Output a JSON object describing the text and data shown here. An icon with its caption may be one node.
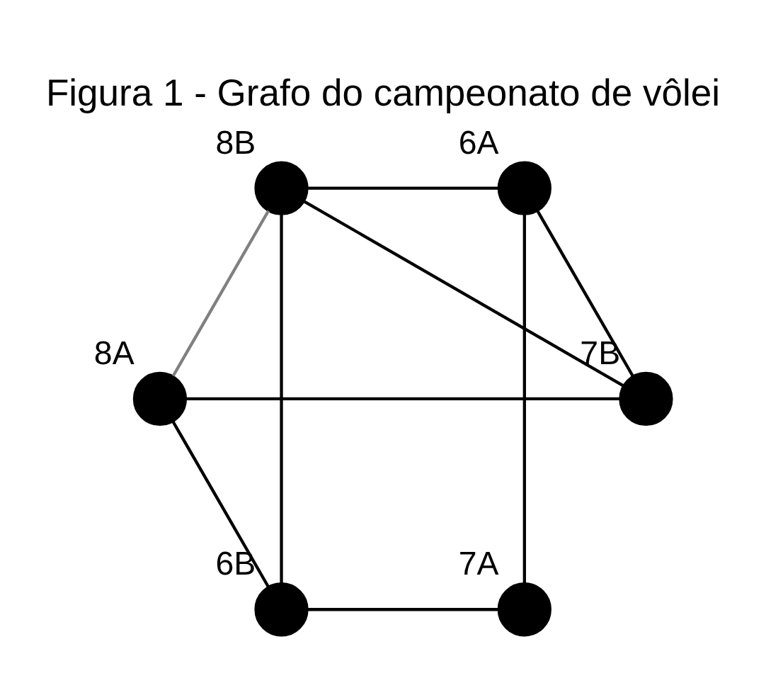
{
  "diagram": {
    "title": "Figura 1 - Grafo do campeonato de vôlei",
    "nodes": [
      {
        "text": [],
        "shape": "circle",
        "beside": [
          "6A"
        ]
      },
      {
        "text": [],
        "shape": "circle",
        "beside": [
          "8B"
        ]
      },
      {
        "text": [],
        "shape": "circle",
        "beside": [
          "6B"
        ]
      },
      {
        "text": [],
        "shape": "circle",
        "beside": [
          "8A"
        ]
      },
      {
        "text": [],
        "shape": "circle",
        "beside": [
          "7A"
        ]
      },
      {
        "text": [],
        "shape": "circle",
        "beside": [
          "7B"
        ]
      }
    ],
    "edges": [
      {
        "from": 0,
        "to": 1,
        "arrow": "none"
      },
      {
        "from": 0,
        "to": 5,
        "arrow": "none"
      },
      {
        "from": 0,
        "to": 4,
        "arrow": "none"
      },
      {
        "from": 1,
        "to": 2,
        "arrow": "none"
      },
      {
        "from": 1,
        "to": 3,
        "arrow": "none",
        "color": "#808080"
      },
      {
        "from": 1,
        "to": 5,
        "arrow": "none"
      },
      {
        "from": 2,
        "to": 3,
        "arrow": "none"
      },
      {
        "from": 2,
        "to": 4,
        "arrow": "none"
      },
      {
        "from": 3,
        "to": 5,
        "arrow": "none"
      }
    ]
  }
}
